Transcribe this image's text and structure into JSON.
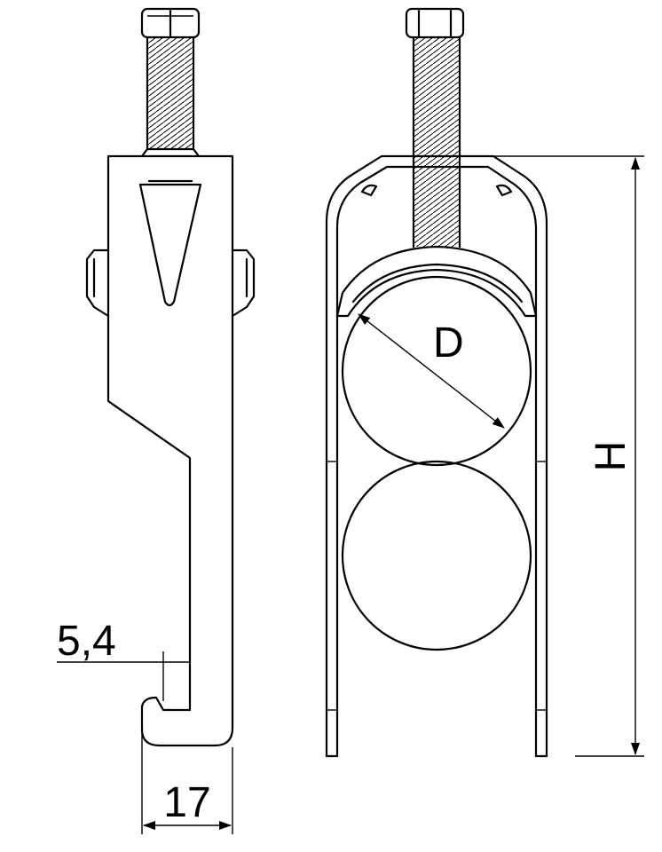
{
  "dimensions": {
    "diameter_label": "D",
    "height_label": "H",
    "width_label": "17",
    "slot_label": "5,4"
  },
  "colors": {
    "line": "#000000",
    "background": "#ffffff"
  }
}
